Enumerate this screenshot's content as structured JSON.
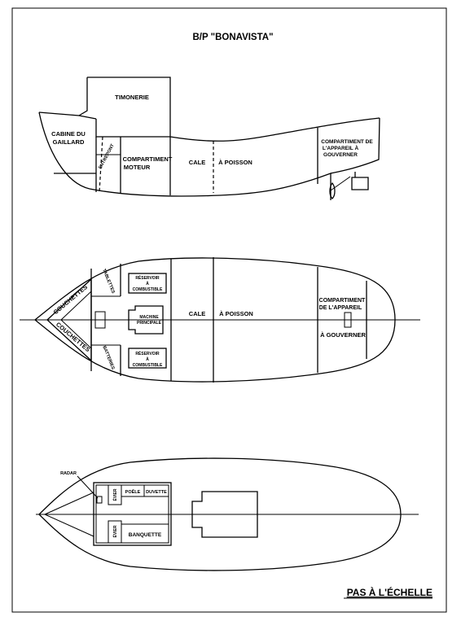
{
  "title": "B/P  \"BONAVISTA\"",
  "profile": {
    "wheelhouse": "TIMONERIE",
    "forecastle_cabin": [
      "CABINE DU",
      "GAILLARD"
    ],
    "stern_tube": "ENTREPONT",
    "engine_compartment": [
      "COMPARTIMENT",
      "MOTEUR"
    ],
    "fish_hold_left": "CALE",
    "fish_hold_right": "À POISSON",
    "steering_compartment": [
      "COMPARTIMENT DE",
      "L'APPAREIL À",
      "GOUVERNER"
    ]
  },
  "plan": {
    "berths_top": "COUCHETTES",
    "berths_bottom": "COUCHETTES",
    "tables_top": "TABLETTES",
    "batteries_bottom": "BATTERIES",
    "fuel_tank_top": [
      "RÉSERVOIR",
      "À",
      "COMBUSTIBLE"
    ],
    "fuel_tank_bottom": [
      "RÉSERVOIR",
      "À",
      "COMBUSTIBLE"
    ],
    "main_engine": [
      "MACHINE",
      "PRINCIPALE"
    ],
    "fish_hold_left": "CALE",
    "fish_hold_right": "À POISSON",
    "steering_top": [
      "COMPARTIMENT",
      "DE L'APPAREIL"
    ],
    "steering_bottom": "À GOUVERNER"
  },
  "deck": {
    "radar": "RADAR",
    "stove": "POÊLE",
    "duvet": "DUVETTE",
    "sink_top": "ÉVIER",
    "bench": "BANQUETTE",
    "sink_bottom": "ÉVIER"
  },
  "footer": "PAS À L'ÉCHELLE"
}
